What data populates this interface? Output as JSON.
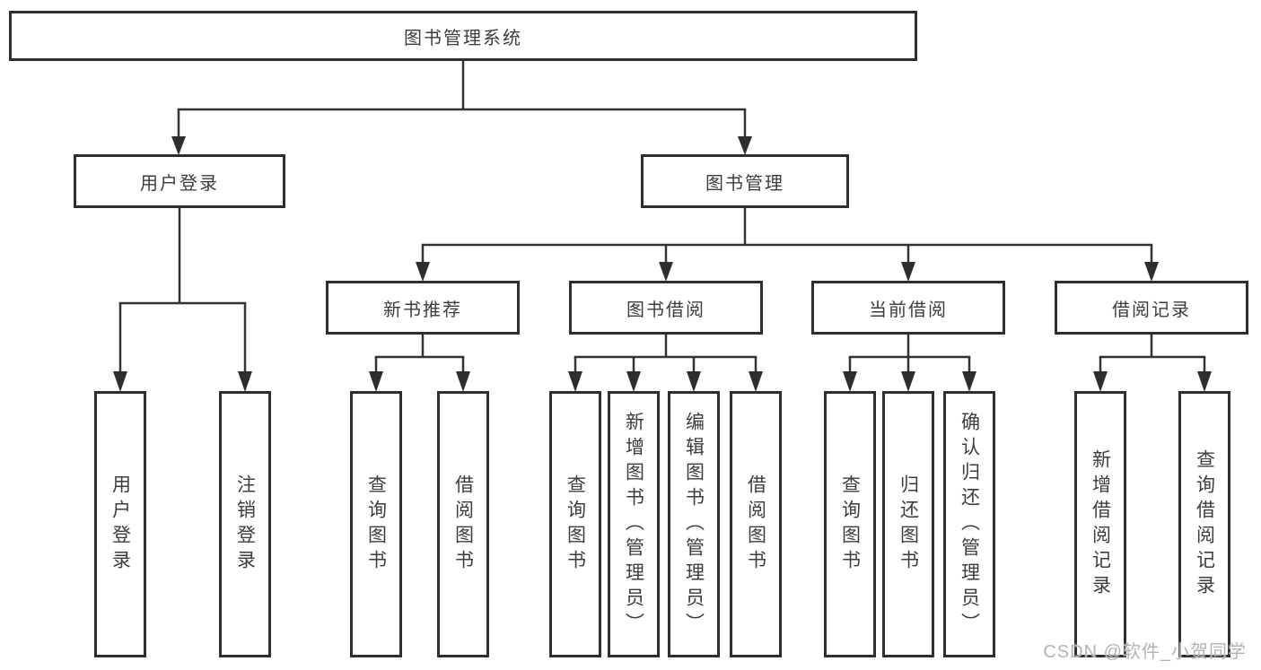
{
  "tree": {
    "root": {
      "label": "图书管理系统"
    },
    "branches": [
      {
        "label": "用户登录",
        "children": [
          {
            "label": "用户登录"
          },
          {
            "label": "注销登录"
          }
        ]
      },
      {
        "label": "图书管理",
        "children": [
          {
            "label": "新书推荐",
            "children": [
              {
                "label": "查询图书"
              },
              {
                "label": "借阅图书"
              }
            ]
          },
          {
            "label": "图书借阅",
            "children": [
              {
                "label": "查询图书"
              },
              {
                "label": "新增图书（管理员）"
              },
              {
                "label": "编辑图书（管理员）"
              },
              {
                "label": "借阅图书"
              }
            ]
          },
          {
            "label": "当前借阅",
            "children": [
              {
                "label": "查询图书"
              },
              {
                "label": "归还图书"
              },
              {
                "label": "确认归还（管理员）"
              }
            ]
          },
          {
            "label": "借阅记录",
            "children": [
              {
                "label": "新增借阅记录"
              },
              {
                "label": "查询借阅记录"
              }
            ]
          }
        ]
      }
    ]
  },
  "watermark": {
    "text": "CSDN @软件_小贺同学"
  },
  "colors": {
    "line": "#333333",
    "box_border": "#2e2e2e",
    "text": "#3d3d3d",
    "watermark": "#b3b3b3",
    "background": "#ffffff"
  }
}
